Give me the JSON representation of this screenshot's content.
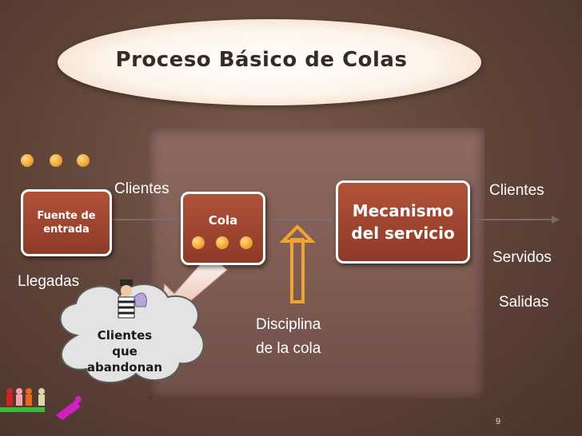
{
  "title": "Proceso Básico de Colas",
  "boxes": {
    "fuente": "Fuente de entrada",
    "cola": "Cola",
    "mecanismo": "Mecanismo del servicio"
  },
  "labels": {
    "clientes_left": "Clientes",
    "clientes_right": "Clientes",
    "llegadas": "Llegadas",
    "servidos": "Servidos",
    "salidas": "Salidas",
    "disciplina_line1": "Disciplina",
    "disciplina_line2": "de la cola"
  },
  "cloud": {
    "line1": "Clientes",
    "line2": "que",
    "line3": "abandonan"
  },
  "page_number": "9",
  "colors": {
    "background": "#5e4238",
    "box": "#a04a33",
    "arrow": "#f0a531",
    "dot": "#f0a531"
  }
}
